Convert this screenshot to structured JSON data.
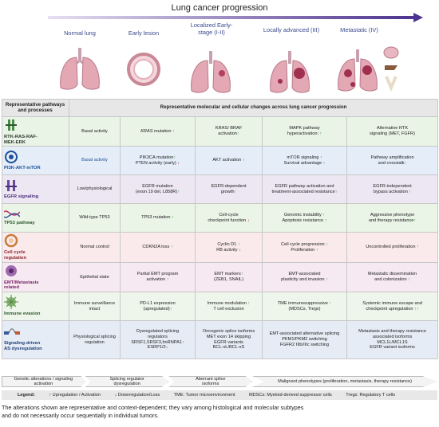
{
  "header": {
    "progression_title": "Lung cancer progression",
    "stages": [
      {
        "label": "Normal lung"
      },
      {
        "label": "Early lesion"
      },
      {
        "label": "Localized\nEarly-stage\n(I-II)"
      },
      {
        "label": "Locally advanced\n(III)"
      },
      {
        "label": "Metastatic\n(IV)"
      }
    ]
  },
  "table": {
    "col0_header": "Representative pathways\nand processes",
    "col1_header": "Representative molecular and cellular changes across lung cancer progression",
    "rows": [
      {
        "label": "RTK-RAS-RAF-\nMEK-ERK",
        "icon": "receptor-icon",
        "label_color": "#2d3a2d",
        "cells": [
          "Basal activity",
          "KRAS mutation ↑",
          "KRAS/ BRAF\nactivation↑",
          "MAPK pathway\nhyperactivation↑↑",
          "Alternative RTK\nsignaling (MET, FGFR)"
        ]
      },
      {
        "label": "PI3K-AKT-mTOR",
        "icon": "kinase-icon",
        "label_color": "#1d4f9a",
        "cells": [
          "Basal activity",
          "PIK3CA mutation↑\nPTEN activity (early) ↓",
          "AKT activation ↑",
          "mTOR signaling ↑\nSurvival advantage ↑",
          "Pathway amplification\nand crosstalk↑"
        ]
      },
      {
        "label": "EGFR signaling",
        "icon": "egfr-icon",
        "label_color": "#4b2d7a",
        "cells": [
          "Low/physiological",
          "EGFR mutation\n(exon 19 del, L858R)↑",
          "EGFR-dependent\ngrowth↑",
          "EGFR pathway activation and\ntreatment-associated resistance↑",
          "EGFR-independent\nbypass activation ↑"
        ]
      },
      {
        "label": "TP53 pathway",
        "icon": "dna-icon",
        "label_color": "#2d5a2d",
        "cells": [
          "Wild-type TP53",
          "TP53 mutation ↑",
          "Cell-cycle\ncheckpoint function ↓",
          "Genomic instability ↑\nApoptosis resistance ↑",
          "Aggressive phenotype\nand therapy resistance↑"
        ]
      },
      {
        "label": "Cell cycle\nregulation",
        "icon": "cell-cycle-icon",
        "label_color": "#8a2230",
        "cells": [
          "Normal control",
          "CDKN2A loss ↑",
          "Cyclin D1 ↑\nRB activity ↓",
          "Cell cycle progression ↑\nProliferation ↑",
          "Uncontrolled proliferation ↑"
        ]
      },
      {
        "label": "EMT/Metastasis\nrelated",
        "icon": "cell-icon",
        "label_color": "#7a2266",
        "cells": [
          "Epithelial state",
          "Partial EMT program\nactivation ↑",
          "EMT markers↑\n(ZEB1, SNAIL)",
          "EMT-associated\nplasticity and invasion ↑",
          "Metastatic dissemination\nand colonization ↑"
        ]
      },
      {
        "label": "Immune evasion",
        "icon": "immune-icon",
        "label_color": "#2d5a2d",
        "cells": [
          "Immune surveillance\nintact",
          "PD-L1 expression\n(upregulated)↑",
          "Immune modulation ↑\nT cell exclusion",
          "TME immunosuppressive ↑\n(MDSCs, Tregs)",
          "Systemic immune escape and\ncheckpoint upregulation ↑↑"
        ]
      },
      {
        "label": "Signaling-driven\nAS dysregulation",
        "icon": "splicing-icon",
        "label_color": "#1d3f7a",
        "cells": [
          "Physiological splicing\nregulation",
          "Dysregulated splicing\nregulators\nSRSF1,SRSF3,hnRNPA1↑\nESRP1/2↓",
          "Oncogenic splice isoforms\nMET exon 14 skipping\nEGFR variants\nBCL-xL/BCL-xS",
          "EMT-associated alternative splicing\nPKM1/PKM2 switching\nFGFR2 IIIb/IIIc switching",
          "Metastasis and therapy resistance\nassociated isoforms\nMCL1L/MCL1S\nEGFR variant isoforms"
        ]
      }
    ]
  },
  "footer_flow": [
    "Genetic alterations / signaling activation",
    "Splicing regulator\ndysregulation",
    "Aberrant splice\nisoforms",
    "Malignant phenotypes (proliferation, metastasis, therapy resistance)"
  ],
  "legend": {
    "title": "Legend:",
    "items": [
      "↑ Upregulation / Activation",
      "↓ Downregulation/Loss",
      "TME: Tumor microenvironment",
      "MDSCs: Myeloid-derived suppressor cells",
      "Tregs: Regulatory T cells"
    ]
  },
  "note": "The alterations shown are representative and context-dependent; they vary among histological and molecular subtypes\nand do not necessarily occur sequentially in individual tumors.",
  "colors": {
    "arrow": "#4a2f8c",
    "up": "#3c9a3c",
    "down": "#c82828",
    "lung": "#e0a0a8"
  }
}
